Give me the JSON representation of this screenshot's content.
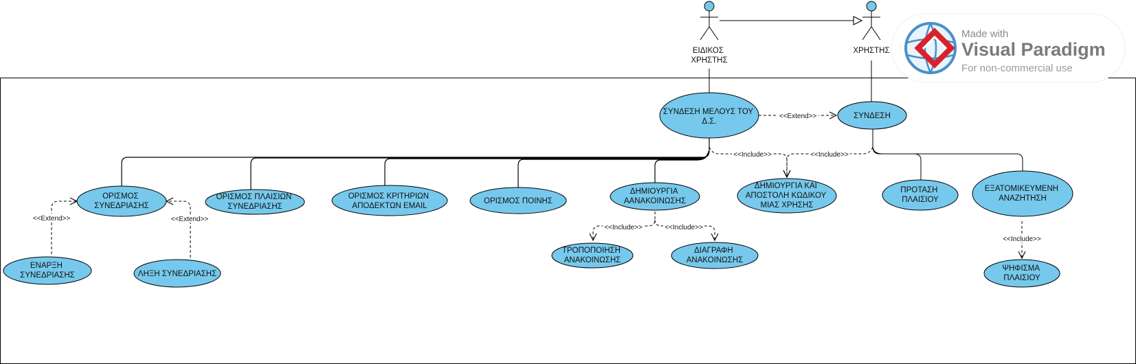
{
  "actors": {
    "special_user": [
      "ΕΙΔΙΚΟΣ",
      "ΧΡΗΣΤΗΣ"
    ],
    "user": [
      "ΧΡΗΣΤΗΣ"
    ]
  },
  "use_cases": {
    "member_login": [
      "ΣΥΝΔΕΣΗ ΜΕΛΟΥΣ ΤΟΥ",
      "Δ.Σ."
    ],
    "login": [
      "ΣΥΝΔΕΣΗ"
    ],
    "set_meeting": [
      "ΟΡΙΣΜΟΣ",
      "ΣΥΝΕΔΡΙΑΣΗΣ"
    ],
    "set_frameworks": [
      "ΟΡΙΣΜΟΣ ΠΛΑΙΣΙΩΝ",
      "ΣΥΝΕΔΡΙΑΣΗΣ"
    ],
    "set_email_criteria": [
      "ΟΡΙΣΜΟΣ ΚΡΙΤΗΡΙΩΝ",
      "ΑΠΟΔΕΚΤΩΝ EMAIL"
    ],
    "set_penalty": [
      "ΟΡΙΣΜΟΣ ΠΟΙΝΗΣ"
    ],
    "create_announcement": [
      "ΔΗΜΙΟΥΡΓΙΑ",
      "ΑΑΝΑΚΟΙΝΩΣΗΣ"
    ],
    "create_send_code": [
      "ΔΗΜΙΟΥΡΓΙΑ ΚΑΙ",
      "ΑΠΟΣΤΟΛΗ ΚΩΔΙΚΟΥ",
      "ΜΙΑΣ ΧΡΗΣΗΣ"
    ],
    "propose_framework": [
      "ΠΡΟΤΑΣΗ",
      "ΠΛΑΙΣΙΟΥ"
    ],
    "custom_search": [
      "ΕΞΑΤΟΜΙΚΕΥΜΕΝΗ",
      "ΑΝΑΖΗΤΗΣΗ"
    ],
    "start_meeting": [
      "ΕΝΑΡΞΗ",
      "ΣΥΝΕΔΡΙΑΣΗΣ"
    ],
    "end_meeting": [
      "ΛΗΞΗ ΣΥΝΕΔΡΙΑΣΗΣ"
    ],
    "edit_announcement": [
      "ΤΡΟΠΟΠΟΙΗΣΗ",
      "ΑΝΑΚΟΙΝΩΣΗΣ"
    ],
    "delete_announcement": [
      "ΔΙΑΓΡΑΦΗ",
      "ΑΝΑΚΟΙΝΩΣΗΣ"
    ],
    "vote_framework": [
      "ΨΗΦΙΣΜΑ",
      "ΠΛΑΙΣΙΟΥ"
    ]
  },
  "relations": {
    "extend": "<<Extend>>",
    "include": "<<Include>>"
  },
  "watermark": {
    "made_with": "Made with",
    "brand": "Visual Paradigm",
    "sub": "For non-commercial use"
  },
  "colors": {
    "use_case_fill": "#76c9ec",
    "stroke": "#000000",
    "actor_head": "#76c9ec"
  }
}
